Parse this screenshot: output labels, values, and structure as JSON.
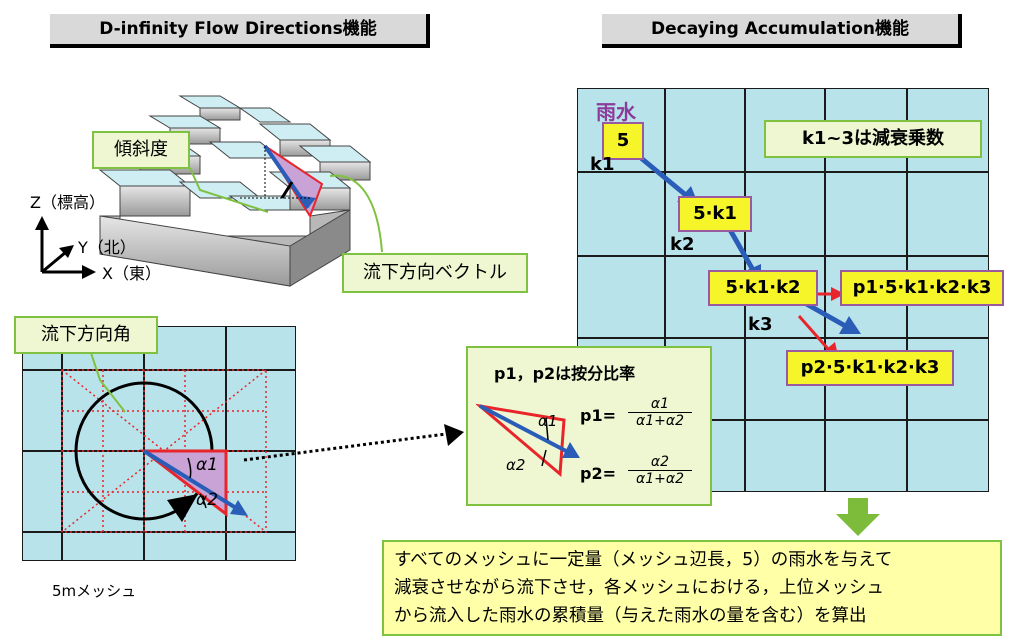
{
  "titles": {
    "left": "D-infinity Flow Directions機能",
    "right": "Decaying Accumulation機能"
  },
  "left_diagram": {
    "slope_label": "傾斜度",
    "flow_vector_label": "流下方向ベクトル",
    "axis_z": "Z（標高）",
    "axis_y": "Y（北）",
    "axis_x": "X（東）",
    "flow_angle_label": "流下方向角",
    "alpha1": "α1",
    "alpha2": "α2",
    "mesh_caption": "5mメッシュ"
  },
  "right_diagram": {
    "rain_label": "雨水",
    "rain_value": "5",
    "coef_note": "k1~3は減衰乗数",
    "k1": "k1",
    "k2": "k2",
    "k3": "k3",
    "step1": "5·k1",
    "step2": "5·k1·k2",
    "step3a": "p1·5·k1·k2·k3",
    "step3b": "p2·5·k1·k2·k3"
  },
  "ratio_box": {
    "title": "p1，p2は按分比率",
    "p1_label": "p1=",
    "p2_label": "p2=",
    "p1_num": "α1",
    "p1_den": "α1+α2",
    "p2_num": "α2",
    "p2_den": "α1+α2",
    "alpha1": "α1",
    "alpha2": "α2"
  },
  "summary": {
    "line1": "すべてのメッシュに一定量（メッシュ辺長，5）の雨水を与えて",
    "line2": "減衰させながら流下させ，各メッシュにおける，上位メッシュ",
    "line3": "から流入した雨水の累積量（与えた雨水の量を含む）を算出"
  },
  "colors": {
    "cell": "#b9e3ea",
    "grid": "#1a1a1a",
    "red_arrow": "#e8252b",
    "blue_arrow": "#2a5db8",
    "green_border": "#7fc241",
    "green_fill": "#eef7d2",
    "yellow_box": "#f5f52a",
    "purple_text": "#8b3b9a",
    "down_arrow": "#7dbb3a"
  }
}
